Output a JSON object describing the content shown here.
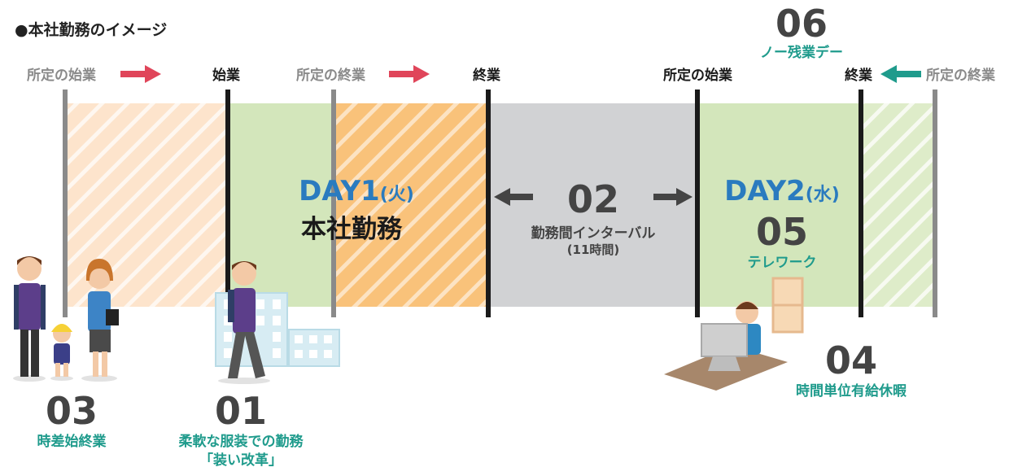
{
  "title": "●本社勤務のイメージ",
  "colors": {
    "teal": "#1f9b8c",
    "blue": "#2a7bbf",
    "red_arrow": "#e0455a",
    "orange_band": "#f9c27a",
    "light_orange_band": "#fde4cc",
    "green_band": "#d3e6bb",
    "gray_band": "#d1d2d4"
  },
  "header": {
    "start_scheduled_1": "所定の始業",
    "start_actual": "始業",
    "end_scheduled_1": "所定の終業",
    "end_actual_1": "終業",
    "start_scheduled_2": "所定の始業",
    "end_actual_2": "終業",
    "end_scheduled_2": "所定の終業"
  },
  "day1": {
    "label": "DAY1",
    "weekday": "(火)",
    "caption": "本社勤務"
  },
  "interval": {
    "number": "02",
    "label": "勤務間インターバル",
    "sub": "(11時間)"
  },
  "day2": {
    "label": "DAY2",
    "weekday": "(水)"
  },
  "items": {
    "n06": {
      "number": "06",
      "label": "ノー残業デー"
    },
    "n05": {
      "number": "05",
      "label": "テレワーク"
    },
    "n04": {
      "number": "04",
      "label": "時間単位有給休暇"
    },
    "n03": {
      "number": "03",
      "label": "時差始終業"
    },
    "n01": {
      "number": "01",
      "label": "柔軟な服装での勤務",
      "label2": "「装い改革」"
    }
  }
}
